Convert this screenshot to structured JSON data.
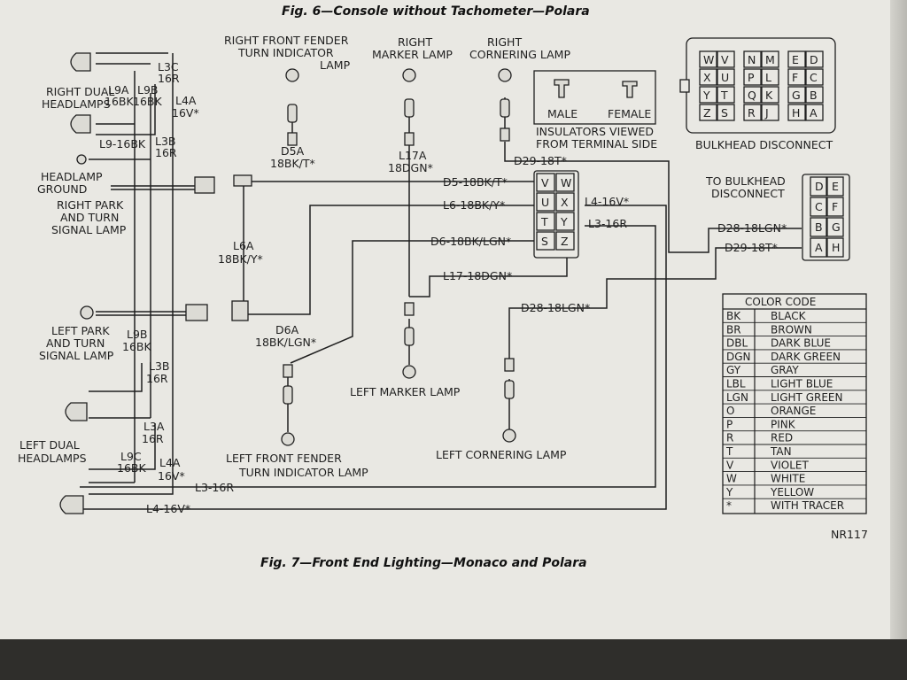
{
  "fig6_caption": "Fig. 6—Console without Tachometer—Polara",
  "fig7_caption": "Fig. 7—Front End Lighting—Monaco and Polara",
  "figure_code": "NR117",
  "components": {
    "right_front_fender_turn": [
      "RIGHT FRONT FENDER",
      "TURN INDICATOR",
      "LAMP"
    ],
    "right_marker": [
      "RIGHT",
      "MARKER LAMP"
    ],
    "right_cornering": [
      "RIGHT",
      "CORNERING LAMP"
    ],
    "right_dual_headlamps": [
      "RIGHT DUAL",
      "HEADLAMPS"
    ],
    "headlamp_ground": [
      "HEADLAMP",
      "GROUND"
    ],
    "right_park_turn": [
      "RIGHT PARK",
      "AND TURN",
      "SIGNAL LAMP"
    ],
    "left_park_turn": [
      "LEFT PARK",
      "AND TURN",
      "SIGNAL LAMP"
    ],
    "left_dual_headlamps": [
      "LEFT DUAL",
      "HEADLAMPS"
    ],
    "left_marker": "LEFT MARKER LAMP",
    "left_cornering": "LEFT CORNERING LAMP",
    "left_front_fender_turn": [
      "LEFT FRONT FENDER",
      "TURN INDICATOR LAMP"
    ],
    "to_bulkhead": [
      "TO BULKHEAD",
      "DISCONNECT"
    ],
    "bulkhead_disconnect": "BULKHEAD DISCONNECT"
  },
  "insulators": {
    "male": "MALE",
    "female": "FEMALE",
    "caption": [
      "INSULATORS VIEWED",
      "FROM TERMINAL SIDE"
    ]
  },
  "wire_labels": {
    "l3c": "L3C",
    "r16_a": "16R",
    "l4a_top": "L4A",
    "v16_top": "16V*",
    "l9a": "L9A",
    "bk16_a": "16BK",
    "l9b_top": "L9B",
    "bk16_b": "16BK",
    "l9_16bk": "L9-16BK",
    "l3b_top": "L3B",
    "r16_b": "16R",
    "d5a": "D5A",
    "d5a_wire": "18BK/T*",
    "l17a": "L17A",
    "l17a_wire": "18DGN*",
    "d29_top": "D29-18T*",
    "d5": "D5-18BK/T*",
    "l6": "L6-18BK/Y*",
    "d6": "D6-18BK/LGN*",
    "l4_conn": "L4-16V*",
    "l3_conn": "L3-16R",
    "l17": "L17-18DGN*",
    "d28_conn": "D28-18LGN*",
    "l6a": "L6A",
    "l6a_wire": "18BK/Y*",
    "d6a": "D6A",
    "d6a_wire": "18BK/LGN*",
    "d28_right": "D28-18LGN*",
    "d29_right": "D29-18T*",
    "l9b_bot": "L9B",
    "bk16_c": "16BK",
    "l3b_bot": "L3B",
    "r16_c": "16R",
    "l3a": "L3A",
    "r16_d": "16R",
    "l9c": "L9C",
    "bk16_d": "16BK",
    "l4a_bot": "L4A",
    "v16_bot": "16V*",
    "l3_bottom": "L3-16R",
    "l4_bottom": "L4-16V*"
  },
  "main_connector": [
    [
      "V",
      "W"
    ],
    [
      "U",
      "X"
    ],
    [
      "T",
      "Y"
    ],
    [
      "S",
      "Z"
    ]
  ],
  "small_connector": [
    [
      "D",
      "E"
    ],
    [
      "C",
      "F"
    ],
    [
      "B",
      "G"
    ],
    [
      "A",
      "H"
    ]
  ],
  "bulkhead_grid": [
    [
      [
        "W",
        "V"
      ],
      [
        "N",
        "M"
      ],
      [
        "E",
        "D"
      ]
    ],
    [
      [
        "X",
        "U"
      ],
      [
        "P",
        "L"
      ],
      [
        "F",
        "C"
      ]
    ],
    [
      [
        "Y",
        "T"
      ],
      [
        "Q",
        "K"
      ],
      [
        "G",
        "B"
      ]
    ],
    [
      [
        "Z",
        "S"
      ],
      [
        "R",
        "J"
      ],
      [
        "H",
        "A"
      ]
    ]
  ],
  "color_code": {
    "title": "COLOR CODE",
    "rows": [
      [
        "BK",
        "BLACK"
      ],
      [
        "BR",
        "BROWN"
      ],
      [
        "DBL",
        "DARK BLUE"
      ],
      [
        "DGN",
        "DARK GREEN"
      ],
      [
        "GY",
        "GRAY"
      ],
      [
        "LBL",
        "LIGHT BLUE"
      ],
      [
        "LGN",
        "LIGHT GREEN"
      ],
      [
        "O",
        "ORANGE"
      ],
      [
        "P",
        "PINK"
      ],
      [
        "R",
        "RED"
      ],
      [
        "T",
        "TAN"
      ],
      [
        "V",
        "VIOLET"
      ],
      [
        "W",
        "WHITE"
      ],
      [
        "Y",
        "YELLOW"
      ],
      [
        "*",
        "WITH TRACER"
      ]
    ]
  }
}
